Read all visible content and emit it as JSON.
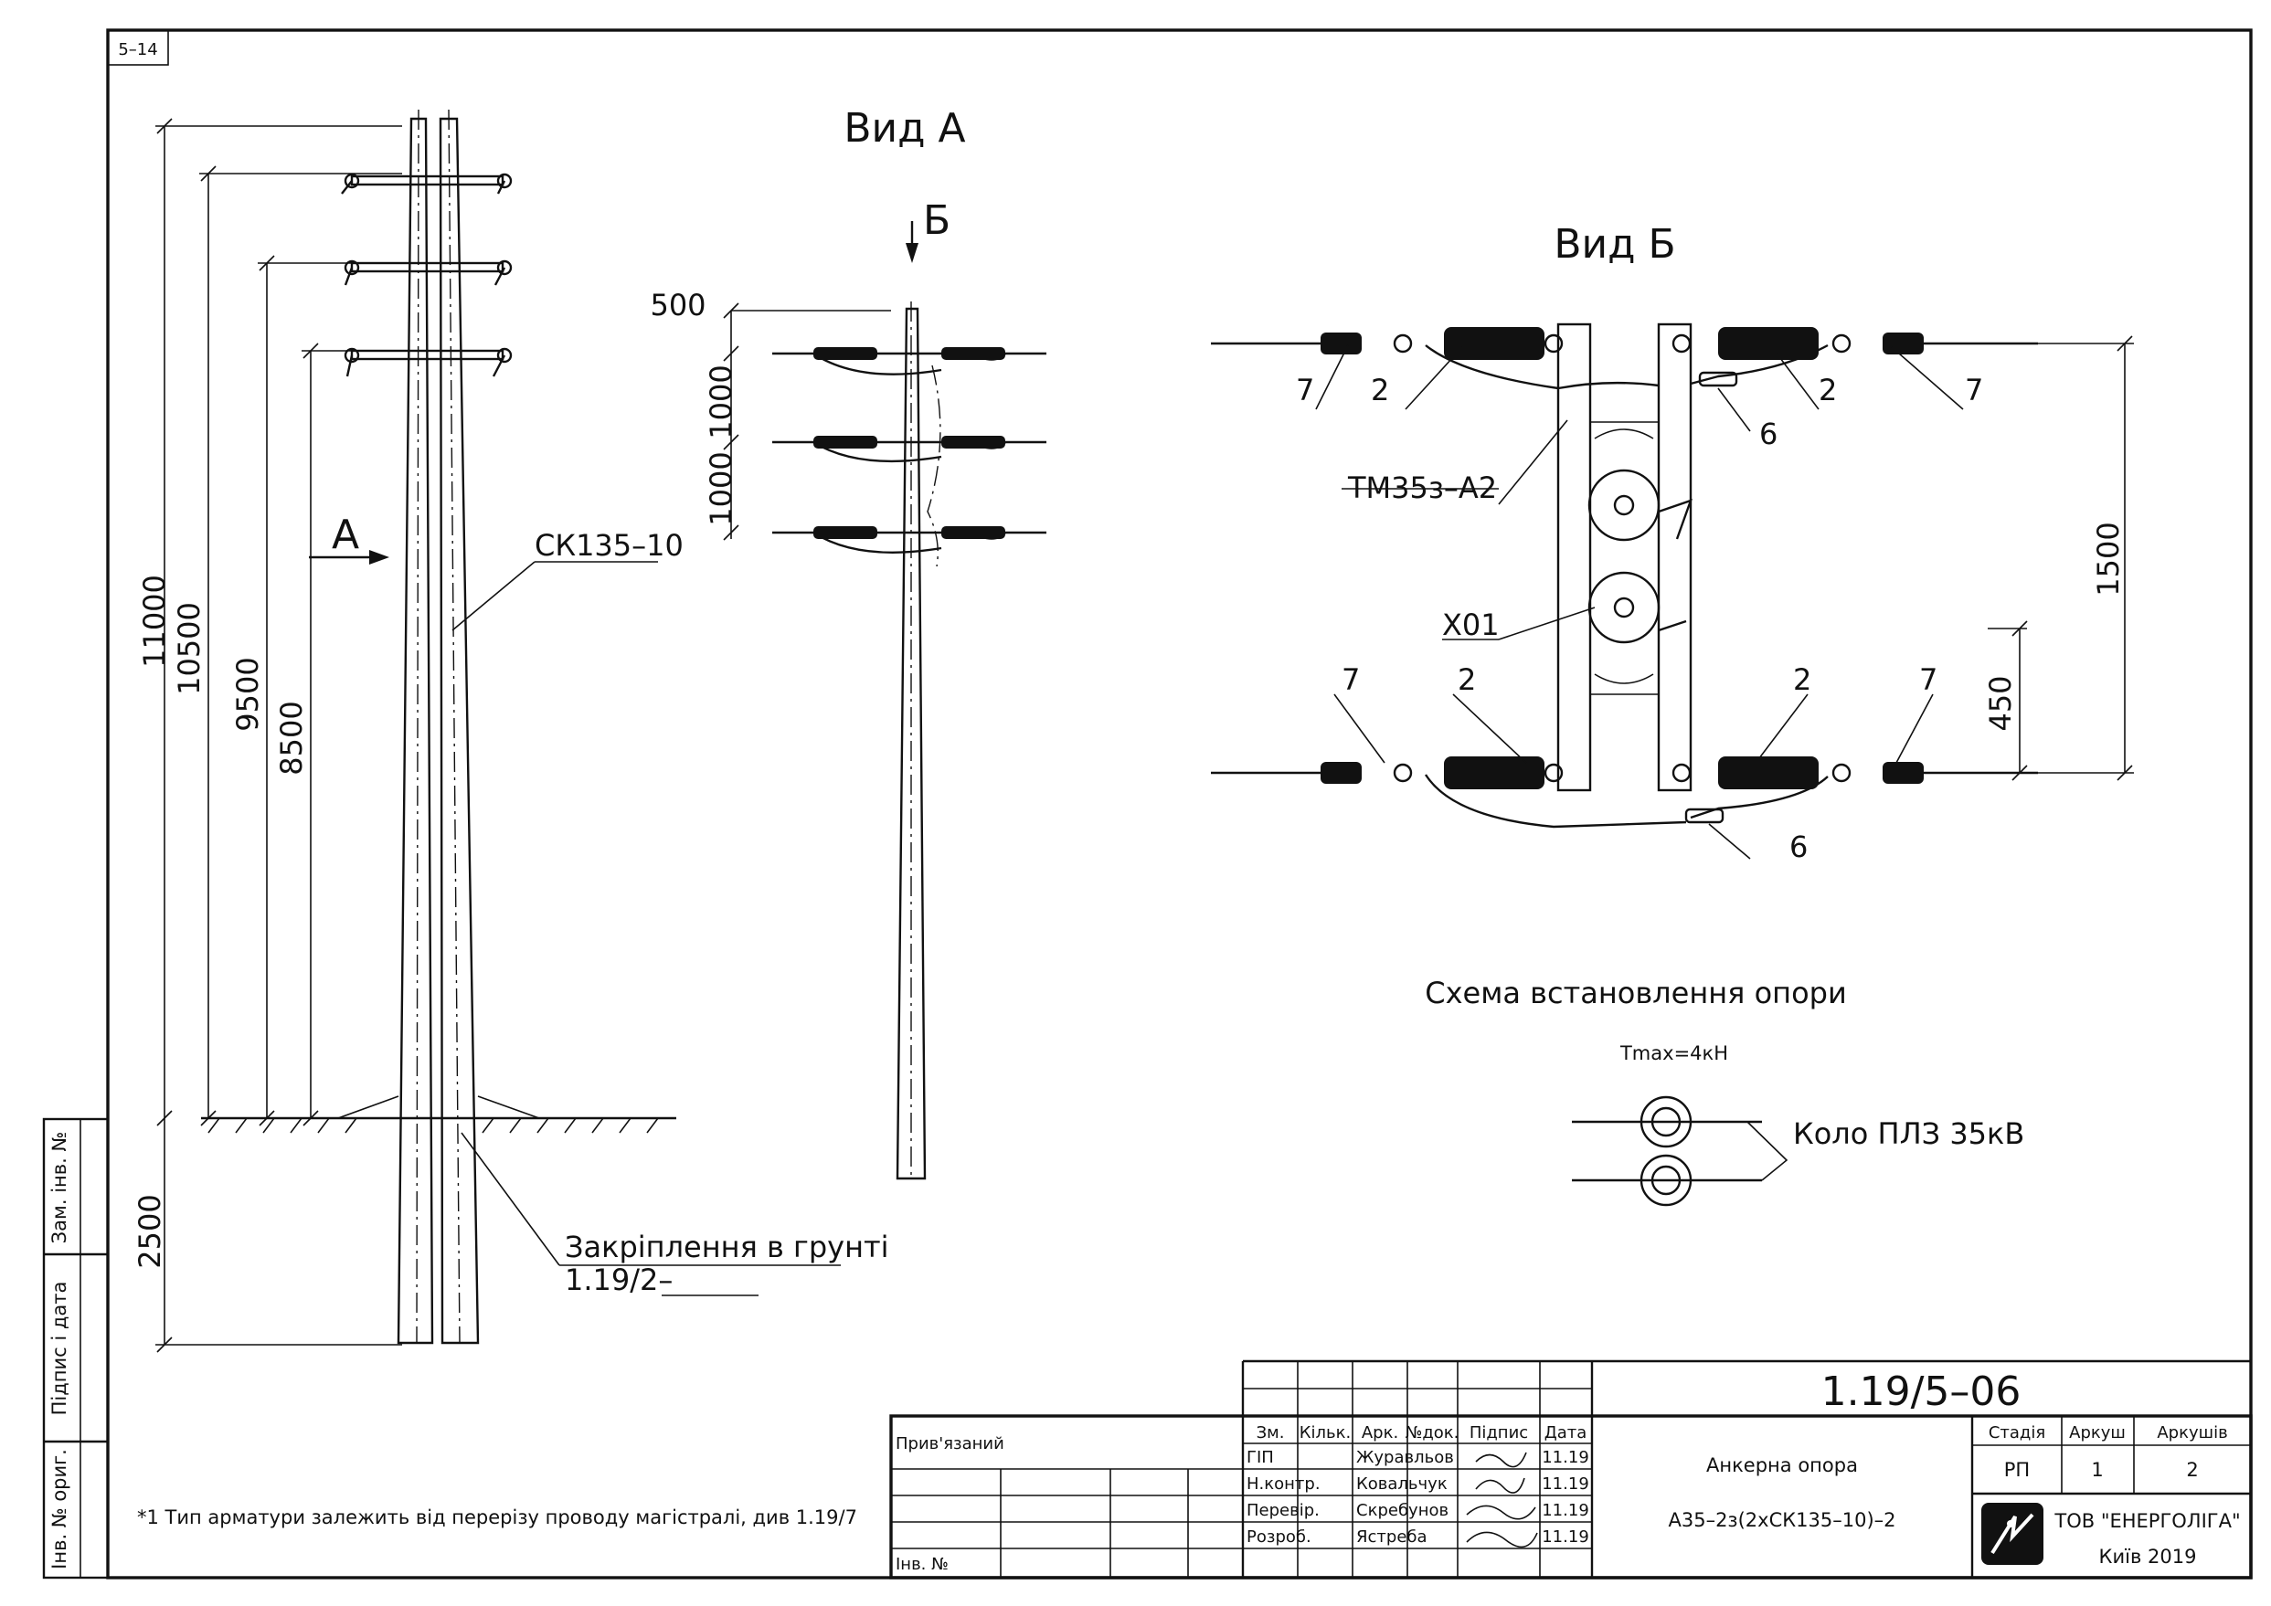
{
  "sheet_code": "5–14",
  "view_a": {
    "title": "Вид А",
    "section_marker": "Б"
  },
  "view_b": {
    "title": "Вид Б"
  },
  "pole": {
    "marker_a": "А",
    "label": "СК135–10",
    "dims": [
      "11000",
      "10500",
      "9500",
      "8500",
      "2500"
    ],
    "anchoring_label": "Закріплення в грунті",
    "anchoring_ref": "1.19/2–"
  },
  "view_a_dims": [
    "500",
    "1000",
    "1000"
  ],
  "view_b_labels": {
    "traverse": "ТМ35з–А2",
    "disconnector": "Х01",
    "part_7": "7",
    "part_2": "2",
    "part_6": "6",
    "dim_1500": "1500",
    "dim_450": "450"
  },
  "scheme": {
    "title": "Схема встановлення опори",
    "tension": "Tmax=4кН",
    "circuit_label": "Коло ПЛЗ 35кВ"
  },
  "left_stamp": [
    "Зам. інв. №",
    "Підпис і дата",
    "Інв. № ориг."
  ],
  "footnote": "*1 Тип арматури залежить від перерізу проводу магістралі, див 1.19/7",
  "title_block": {
    "doc_number": "1.19/5–06",
    "attached_label": "Прив'язаний",
    "inv_label": "Інв. №",
    "headers": [
      "Зм.",
      "Кільк.",
      "Арк.",
      "№док.",
      "Підпис",
      "Дата"
    ],
    "rows": [
      {
        "role": "ГІП",
        "name": "Журавльов",
        "date": "11.19"
      },
      {
        "role": "Н.контр.",
        "name": "Ковальчук",
        "date": "11.19"
      },
      {
        "role": "Перевір.",
        "name": "Скребунов",
        "date": "11.19"
      },
      {
        "role": "Розроб.",
        "name": "Ястреба",
        "date": "11.19"
      }
    ],
    "object_name": "Анкерна опора",
    "object_code": "А35–2з(2хСК135–10)–2",
    "stage_label": "Стадія",
    "sheet_label": "Аркуш",
    "sheets_label": "Аркушів",
    "stage": "РП",
    "sheet": "1",
    "sheets": "2",
    "company": "ТОВ \"ЕНЕРГОЛІГА\"",
    "city_year": "Київ 2019"
  }
}
